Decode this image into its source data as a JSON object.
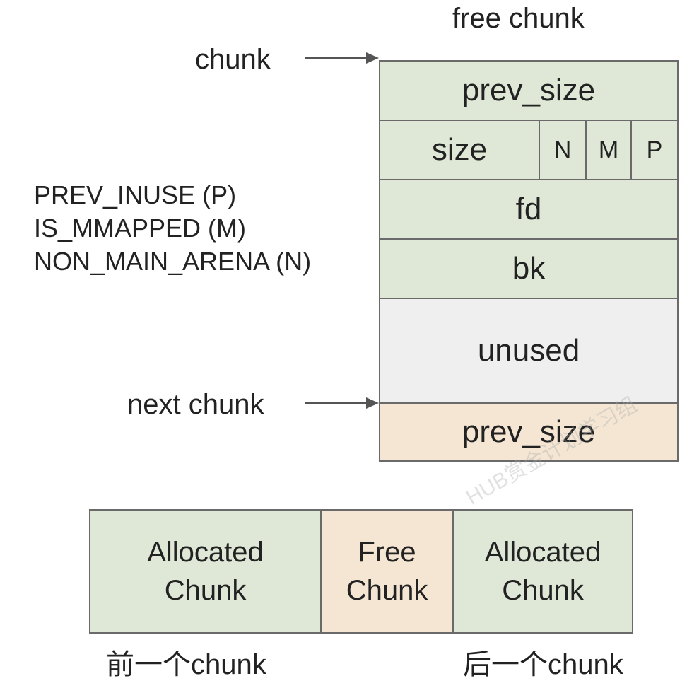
{
  "title": "free chunk",
  "labels": {
    "chunk": "chunk",
    "next_chunk": "next chunk"
  },
  "flags": [
    "PREV_INUSE (P)",
    "IS_MMAPPED (M)",
    "NON_MAIN_ARENA (N)"
  ],
  "free_chunk": {
    "prev_size": "prev_size",
    "size": "size",
    "flag_n": "N",
    "flag_m": "M",
    "flag_p": "P",
    "fd": "fd",
    "bk": "bk",
    "unused": "unused",
    "next_prev_size": "prev_size"
  },
  "layout_row": {
    "left": {
      "line1": "Allocated",
      "line2": "Chunk"
    },
    "middle": {
      "line1": "Free",
      "line2": "Chunk"
    },
    "right": {
      "line1": "Allocated",
      "line2": "Chunk"
    }
  },
  "captions": {
    "previous": "前一个chunk",
    "next": "后一个chunk"
  },
  "watermark": "HUB赏金计划学习组",
  "colors": {
    "allocated": "#dfe8d6",
    "free": "#f5e6d4",
    "unused": "#efefef",
    "border": "#6a6a6a"
  }
}
